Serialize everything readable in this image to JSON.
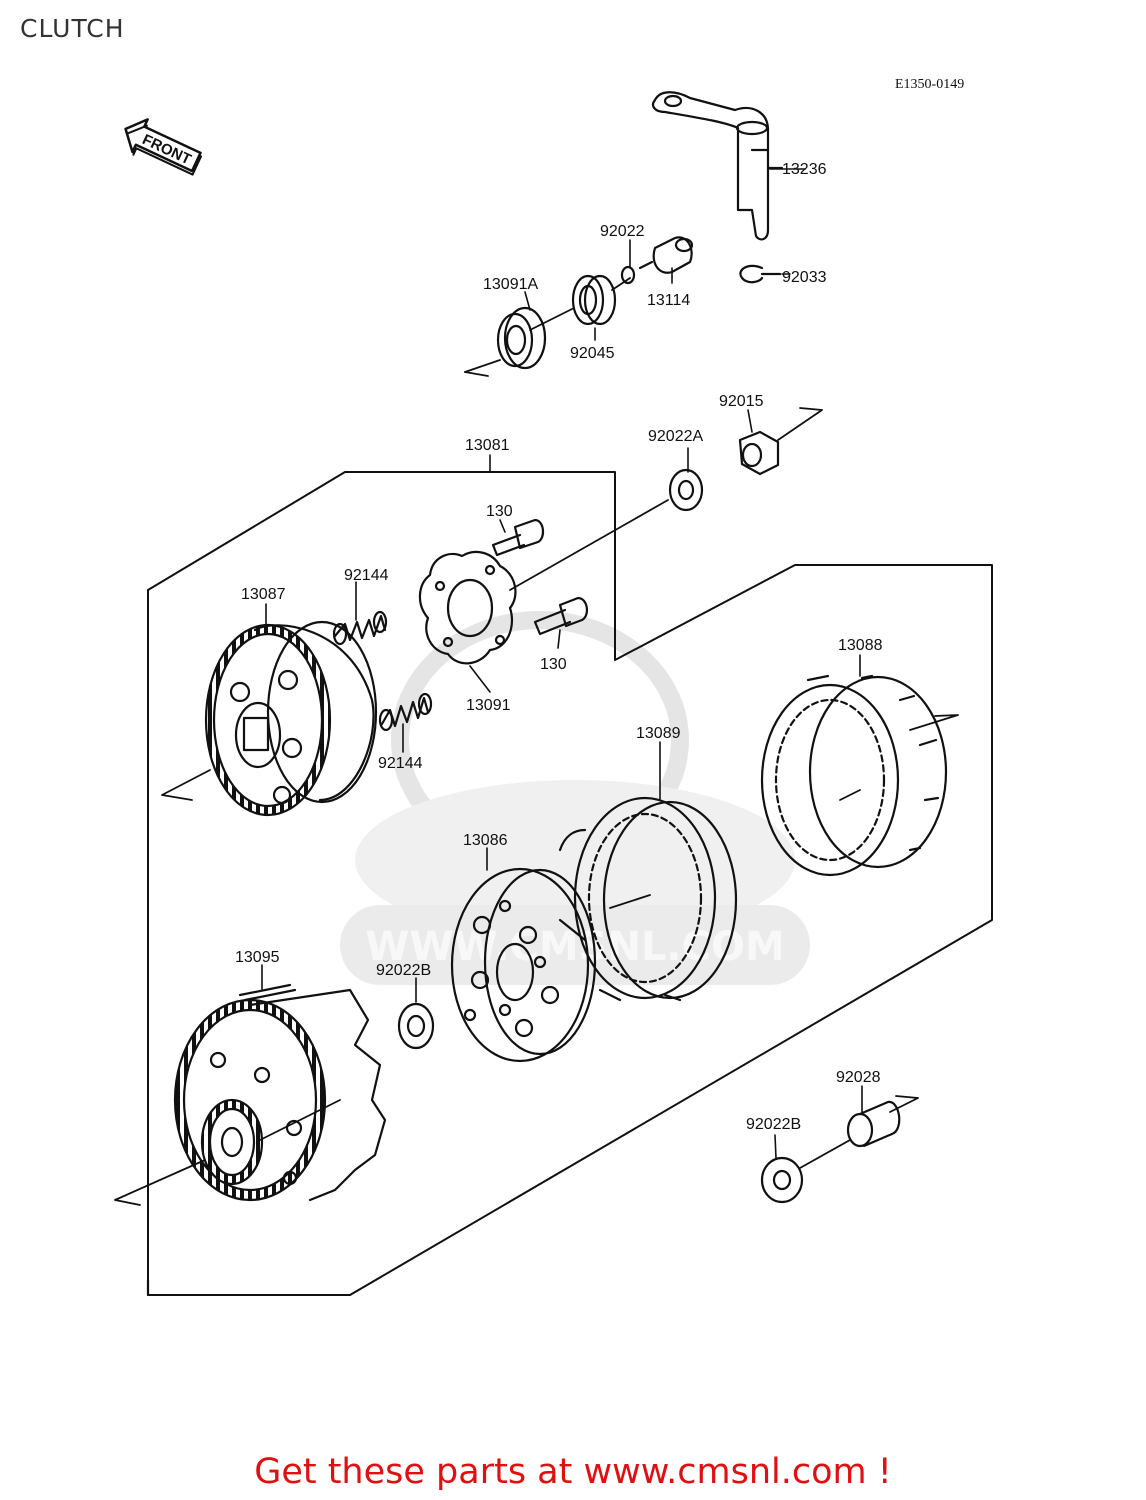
{
  "page": {
    "title": "CLUTCH",
    "diagram_id": "E1350-0149",
    "footer": "Get these parts at www.cmsnl.com !"
  },
  "front_arrow": {
    "label": "FRONT"
  },
  "watermark": {
    "text": "WWW.CMSNL.COM"
  },
  "parts": [
    {
      "id": "13236"
    },
    {
      "id": "92022"
    },
    {
      "id": "13114"
    },
    {
      "id": "92033"
    },
    {
      "id": "13091A"
    },
    {
      "id": "92045"
    },
    {
      "id": "92015"
    },
    {
      "id": "92022A"
    },
    {
      "id": "13081"
    },
    {
      "id": "130"
    },
    {
      "id": "92144"
    },
    {
      "id": "13087"
    },
    {
      "id": "130"
    },
    {
      "id": "13091"
    },
    {
      "id": "92144"
    },
    {
      "id": "13088"
    },
    {
      "id": "13089"
    },
    {
      "id": "13086"
    },
    {
      "id": "13095"
    },
    {
      "id": "92022B"
    },
    {
      "id": "92028"
    },
    {
      "id": "92022B"
    }
  ],
  "colors": {
    "line": "#111111",
    "footer": "#e01010",
    "watermark": "#d6d6d6"
  }
}
